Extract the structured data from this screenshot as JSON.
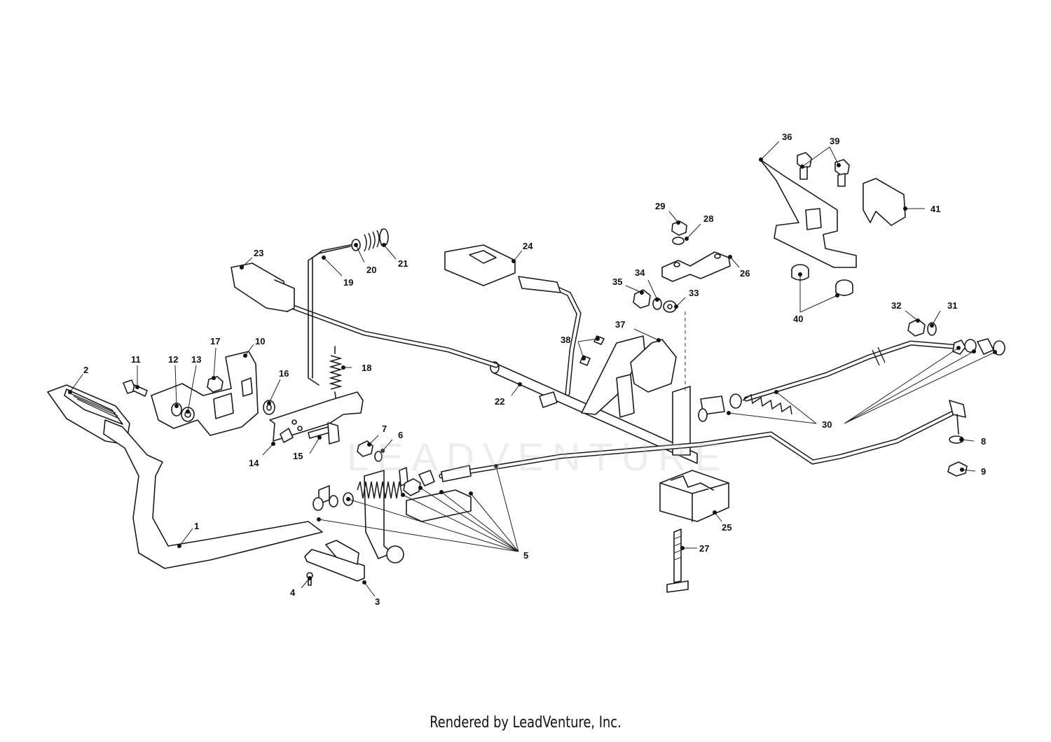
{
  "callouts": [
    {
      "id": "1",
      "label": "1"
    },
    {
      "id": "2",
      "label": "2"
    },
    {
      "id": "3",
      "label": "3"
    },
    {
      "id": "4",
      "label": "4"
    },
    {
      "id": "5",
      "label": "5"
    },
    {
      "id": "6",
      "label": "6"
    },
    {
      "id": "7",
      "label": "7"
    },
    {
      "id": "8",
      "label": "8"
    },
    {
      "id": "9",
      "label": "9"
    },
    {
      "id": "10",
      "label": "10"
    },
    {
      "id": "11",
      "label": "11"
    },
    {
      "id": "12",
      "label": "12"
    },
    {
      "id": "13",
      "label": "13"
    },
    {
      "id": "14",
      "label": "14"
    },
    {
      "id": "15",
      "label": "15"
    },
    {
      "id": "16",
      "label": "16"
    },
    {
      "id": "17",
      "label": "17"
    },
    {
      "id": "18",
      "label": "18"
    },
    {
      "id": "19",
      "label": "19"
    },
    {
      "id": "20",
      "label": "20"
    },
    {
      "id": "21",
      "label": "21"
    },
    {
      "id": "22",
      "label": "22"
    },
    {
      "id": "23",
      "label": "23"
    },
    {
      "id": "24",
      "label": "24"
    },
    {
      "id": "25",
      "label": "25"
    },
    {
      "id": "26",
      "label": "26"
    },
    {
      "id": "27",
      "label": "27"
    },
    {
      "id": "28",
      "label": "28"
    },
    {
      "id": "29",
      "label": "29"
    },
    {
      "id": "30",
      "label": "30"
    },
    {
      "id": "31",
      "label": "31"
    },
    {
      "id": "32",
      "label": "32"
    },
    {
      "id": "33",
      "label": "33"
    },
    {
      "id": "34",
      "label": "34"
    },
    {
      "id": "35",
      "label": "35"
    },
    {
      "id": "36",
      "label": "36"
    },
    {
      "id": "37",
      "label": "37"
    },
    {
      "id": "38",
      "label": "38"
    },
    {
      "id": "39",
      "label": "39"
    },
    {
      "id": "40",
      "label": "40"
    },
    {
      "id": "41",
      "label": "41"
    }
  ],
  "watermark": "LEADVENTURE",
  "footer": "Rendered by LeadVenture, Inc."
}
